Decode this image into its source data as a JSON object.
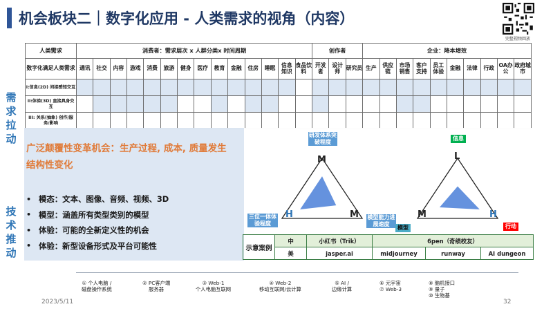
{
  "title": "机会板块二｜数字化应用 - 人类需求的视角（内容）",
  "qr_caption": "完整视频回放",
  "table": {
    "header": {
      "col0": "人类需求",
      "consumer": "消费者：需求层次 x 人群分类x 时间周期",
      "creator": "创作者",
      "enterprise": "企业：降本增效"
    },
    "subheader_label": "数字化满足人类需求",
    "columns": [
      "通讯",
      "社交",
      "内容",
      "游戏",
      "消费",
      "旅游",
      "健身",
      "医疗",
      "教育",
      "金融",
      "住房",
      "睡眠",
      "信息知识",
      "食品饮料",
      "开发者",
      "设计师",
      "研究员",
      "生产",
      "供应链",
      "市场销售",
      "客户支持",
      "员工体验",
      "金融",
      "法律",
      "行政",
      "OA办公",
      "政府城市"
    ],
    "rows": [
      {
        "label": "I:信息(2D) 间接感知交互"
      },
      {
        "label": "II:体验(3D) 直接具身交互"
      },
      {
        "label": "III: 关系(抽象) 创作/服务/影响"
      }
    ]
  },
  "side_labels": {
    "need": "需求拉动",
    "tech": "技术推动"
  },
  "overlay": {
    "headline": "广泛颠覆性变革机会：生产过程, 成本, 质量发生结构性变化",
    "bullets": [
      "模态：文本、图像、音频、视频、3D",
      "模型：涵盖所有类型类别的模型",
      "体验：可能的全新定义性的机会",
      "体验：新型设备形式及平台可能性"
    ]
  },
  "triangles": {
    "left": {
      "top_label": "研发体系突破程度",
      "bl_label": "三位一体体验程度",
      "top_letter": "M",
      "bl_letter": "H",
      "br_letter": "M",
      "profile": [
        0.55,
        0.55,
        0.35
      ]
    },
    "right": {
      "top_label": "信息",
      "bl_label": "模型能力进展速度",
      "br_label": "行动",
      "model_label": "模型",
      "top_letter": "L",
      "bl_letter": "M",
      "br_letter": "H",
      "profile": [
        0.3,
        0.45,
        0.55
      ]
    }
  },
  "examples": {
    "label": "示意案例",
    "rows": [
      {
        "region": "中",
        "cells": [
          "小红书（Trik）",
          "6pen（奇绩校友）"
        ]
      },
      {
        "region": "美",
        "cells": [
          "jasper.ai",
          "midjourney",
          "runway",
          "AI dungeon"
        ]
      }
    ]
  },
  "timeline": [
    {
      "line1": "① 个人电脑 /",
      "line2": "磁盘操作系统"
    },
    {
      "line1": "② PC客户端",
      "line2": "服务器"
    },
    {
      "line1": "③ Web-1",
      "line2": "个人电脑互联网"
    },
    {
      "line1": "④ Web-2",
      "line2": "移动互联网/云计算"
    },
    {
      "line1": "⑤ AI /",
      "line2": "边缘计算"
    },
    {
      "line1": "⑥ 元宇宙",
      "line2": "⑦ Web-3"
    },
    {
      "line1": "⑧ 脑机接口",
      "line2": "⑨ 量子",
      "line3": "⑩ 生物基"
    }
  ],
  "footer": {
    "date": "2023/5/11",
    "page": "32"
  },
  "colors": {
    "title": "#1f3864",
    "accent": "#2f5597",
    "headline": "#e07b39",
    "shade": "#dbe6f3",
    "tri_fill": "#4a7fd8"
  }
}
